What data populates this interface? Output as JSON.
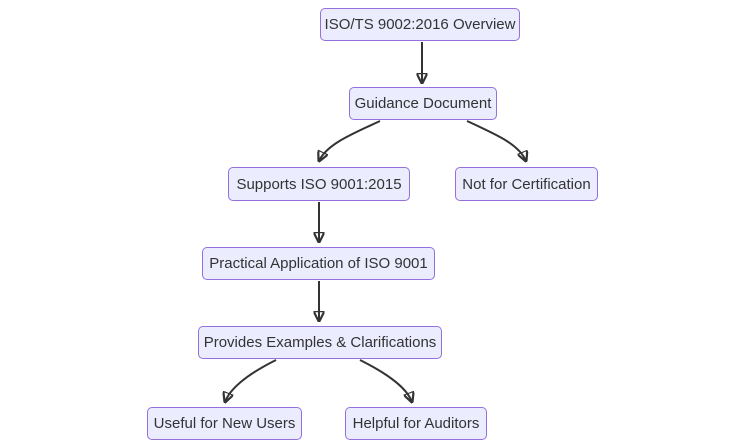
{
  "diagram": {
    "type": "flowchart",
    "direction": "top-down",
    "background": "#FFFFFF",
    "colors": {
      "node_fill": "#ECECFF",
      "node_border": "#9370DB",
      "text": "#333333",
      "edge": "#333333"
    },
    "nodes": [
      {
        "id": "overview",
        "label": "ISO/TS 9002:2016 Overview"
      },
      {
        "id": "guidance",
        "label": "Guidance Document"
      },
      {
        "id": "supports",
        "label": "Supports ISO 9001:2015"
      },
      {
        "id": "notcert",
        "label": "Not for Certification"
      },
      {
        "id": "practical",
        "label": "Practical Application of ISO 9001"
      },
      {
        "id": "examples",
        "label": "Provides Examples & Clarifications"
      },
      {
        "id": "newusers",
        "label": "Useful for New Users"
      },
      {
        "id": "auditors",
        "label": "Helpful for Auditors"
      }
    ],
    "edges": [
      {
        "from": "overview",
        "to": "guidance"
      },
      {
        "from": "guidance",
        "to": "supports"
      },
      {
        "from": "guidance",
        "to": "notcert"
      },
      {
        "from": "supports",
        "to": "practical"
      },
      {
        "from": "practical",
        "to": "examples"
      },
      {
        "from": "examples",
        "to": "newusers"
      },
      {
        "from": "examples",
        "to": "auditors"
      }
    ]
  }
}
